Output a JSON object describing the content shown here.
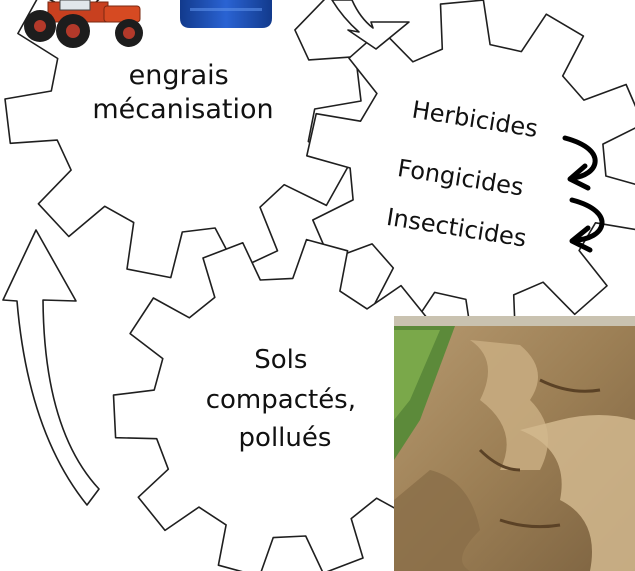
{
  "gears": {
    "top_left": {
      "lines": [
        "engrais",
        "mécanisation"
      ]
    },
    "right": {
      "lines": [
        "Herbicides",
        "Fongicides",
        "Insecticides"
      ]
    },
    "bottom": {
      "lines": [
        "Sols",
        "compactés,",
        "pollués"
      ]
    }
  },
  "colors": {
    "outline": "#1f1f1f",
    "tractor": "#c8401f",
    "jerrycan": "#1d4fb8",
    "field": "#a88a60",
    "grass": "#5c8a3a"
  }
}
